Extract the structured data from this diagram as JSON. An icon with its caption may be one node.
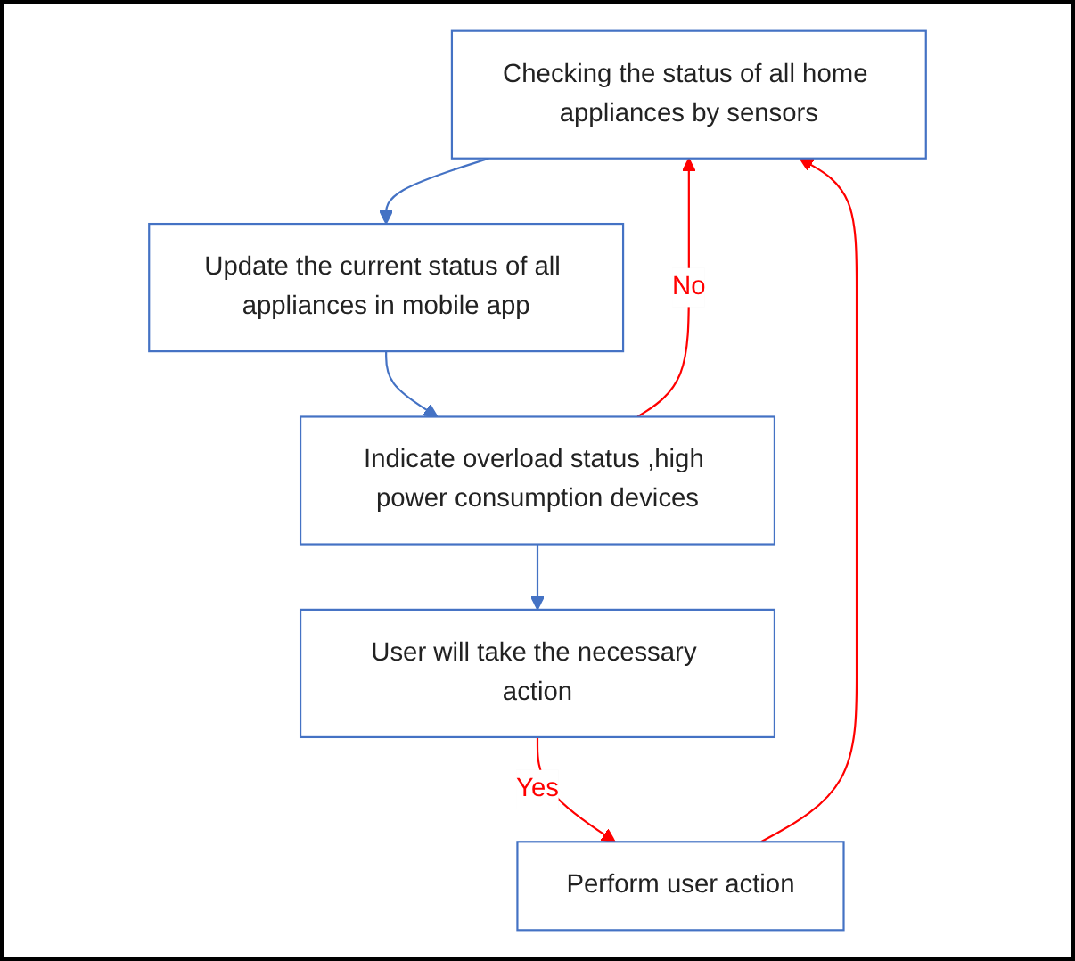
{
  "diagram": {
    "nodes": [
      {
        "text": [
          "Checking the status of all home appliances by sensors"
        ]
      },
      {
        "text": [
          "Update the current status of all appliances in mobile app"
        ]
      },
      {
        "text": [
          "Indicate overload status ,high power consumption devices"
        ]
      },
      {
        "text": [
          "User will take the necessary action"
        ]
      },
      {
        "text": [
          "Perform user action"
        ]
      }
    ],
    "edges": [
      {
        "from": 0,
        "to": 1,
        "arrow": "to",
        "color": "#4472c4"
      },
      {
        "from": 1,
        "to": 2,
        "arrow": "to",
        "color": "#4472c4"
      },
      {
        "from": 2,
        "to": 0,
        "arrow": "to",
        "label": "No",
        "color": "#ff0000"
      },
      {
        "from": 2,
        "to": 3,
        "arrow": "to",
        "color": "#4472c4"
      },
      {
        "from": 3,
        "to": 4,
        "arrow": "to",
        "label": "Yes",
        "color": "#ff0000"
      },
      {
        "from": 4,
        "to": 0,
        "arrow": "to",
        "color": "#ff0000"
      }
    ]
  }
}
